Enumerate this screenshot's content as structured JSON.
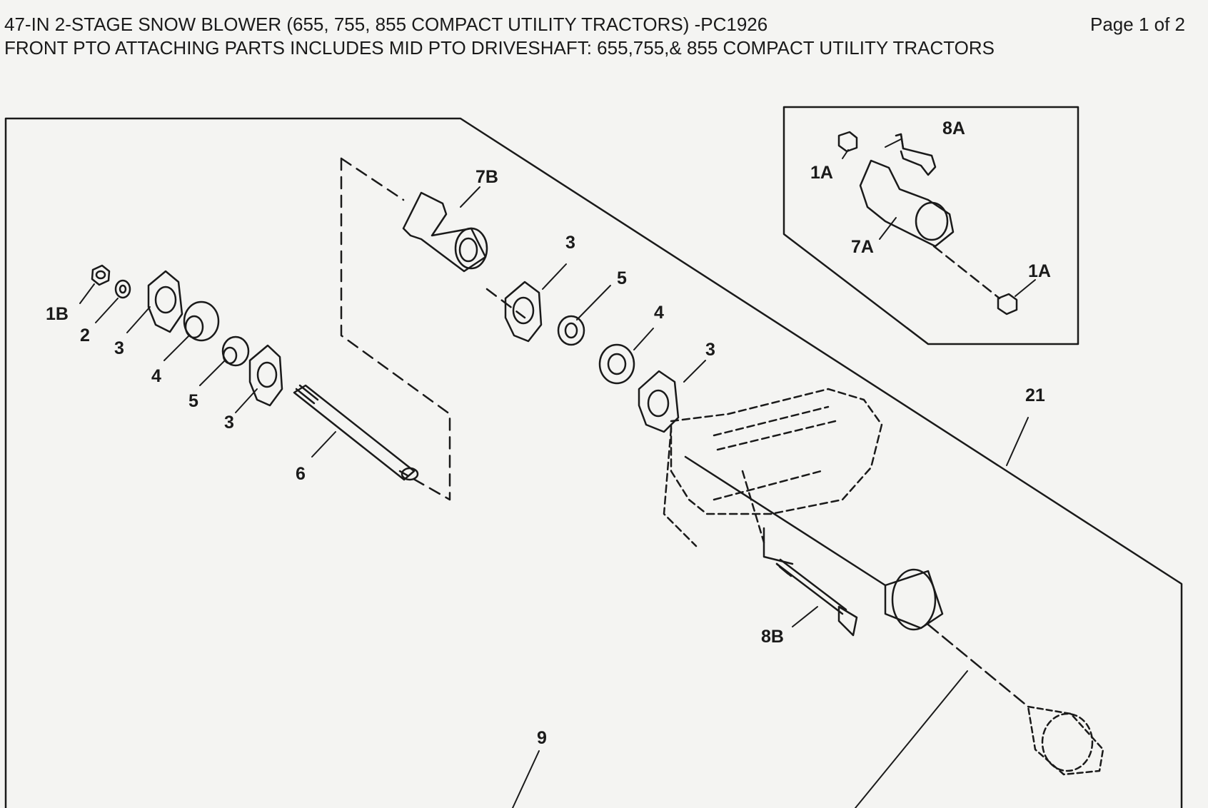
{
  "header": {
    "title": "47-IN 2-STAGE SNOW BLOWER (655, 755, 855 COMPACT UTILITY TRACTORS) -PC1926",
    "page": "Page 1 of 2",
    "subtitle": "FRONT PTO ATTACHING PARTS INCLUDES MID PTO DRIVESHAFT: 655,755,& 855 COMPACT UTILITY TRACTORS"
  },
  "callouts": {
    "n1B": "1B",
    "n2": "2",
    "n3a": "3",
    "n4a": "4",
    "n5a": "5",
    "n3b": "3",
    "n6": "6",
    "n7B": "7B",
    "n3c": "3",
    "n5b": "5",
    "n4b": "4",
    "n3d": "3",
    "n8A": "8A",
    "n1Aa": "1A",
    "n7A": "7A",
    "n1Ab": "1A",
    "n21": "21",
    "n8B": "8B",
    "n9": "9"
  }
}
